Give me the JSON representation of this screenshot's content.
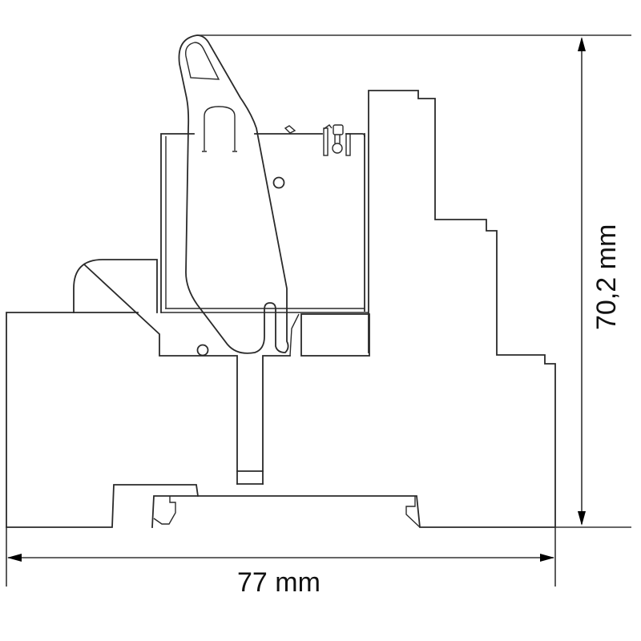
{
  "drawing": {
    "type": "technical side-view dimension drawing",
    "subject": "DIN-rail relay socket with relay and retaining clip",
    "line_color": "#2a2a2a",
    "background": "#ffffff"
  },
  "dimensions": {
    "width": {
      "label": "77 mm",
      "value": 77,
      "unit": "mm",
      "orientation": "horizontal"
    },
    "height": {
      "label": "70,2 mm",
      "value": 70.2,
      "unit": "mm",
      "orientation": "vertical"
    }
  },
  "parts": [
    {
      "name": "retaining-clip",
      "description": "pivoting release lever"
    },
    {
      "name": "relay",
      "description": "plug-in relay body"
    },
    {
      "name": "socket-housing",
      "description": "stepped terminal housing"
    },
    {
      "name": "din-rail-foot",
      "description": "rail mounting foot with latches"
    }
  ]
}
